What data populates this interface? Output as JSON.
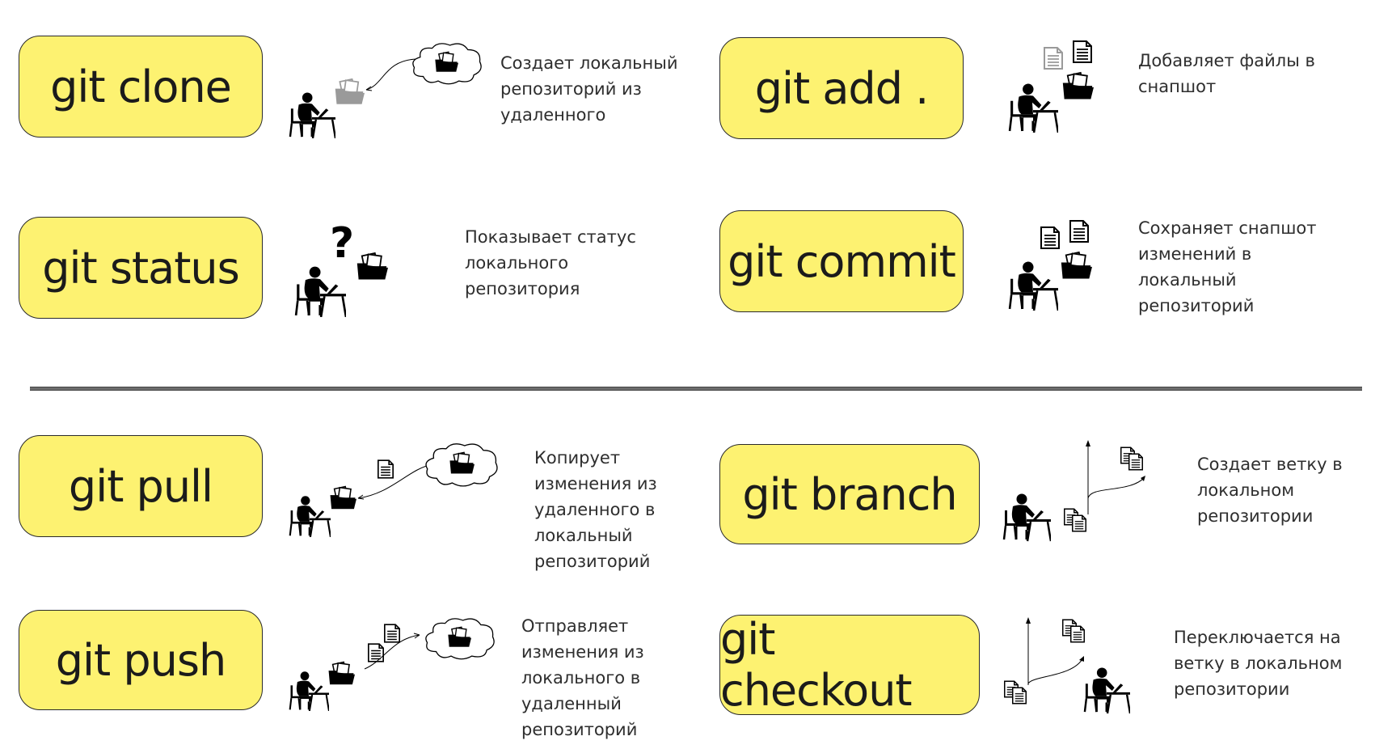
{
  "commands": [
    {
      "id": "clone",
      "label": "git clone",
      "description": "Создает локальный\nрепозиторий из\nудаленного"
    },
    {
      "id": "add",
      "label": "git add .",
      "description": "Добавляет файлы в\nснапшот"
    },
    {
      "id": "status",
      "label": "git status",
      "description": "Показывает статус\nлокального\nрепозитория"
    },
    {
      "id": "commit",
      "label": "git commit",
      "description": "Сохраняет снапшот\nизменений в\nлокальный\nрепозиторий"
    },
    {
      "id": "pull",
      "label": "git pull",
      "description": "Копирует\nизменения из\nудаленного в\nлокальный\nрепозиторий"
    },
    {
      "id": "branch",
      "label": "git branch",
      "description": "Создает ветку в\nлокальном\nрепозитории"
    },
    {
      "id": "push",
      "label": "git push",
      "description": "Отправляет\nизменения из\nлокального в\nудаленный\nрепозиторий"
    },
    {
      "id": "checkout",
      "label": "git checkout",
      "description": "Переключается на\nветку в локальном\nрепозитории"
    }
  ],
  "status_symbol": "?",
  "colors": {
    "box_fill": "#fdf271",
    "box_border": "#2a2a2a",
    "divider": "#6d6d6d",
    "text": "#2e2e2e",
    "icon": "#000000",
    "faded_icon": "#9a9a9a"
  },
  "icons": [
    "person-at-laptop-icon",
    "folder-icon",
    "cloud-icon",
    "document-icon",
    "question-mark-icon",
    "branch-arrow-icon"
  ]
}
